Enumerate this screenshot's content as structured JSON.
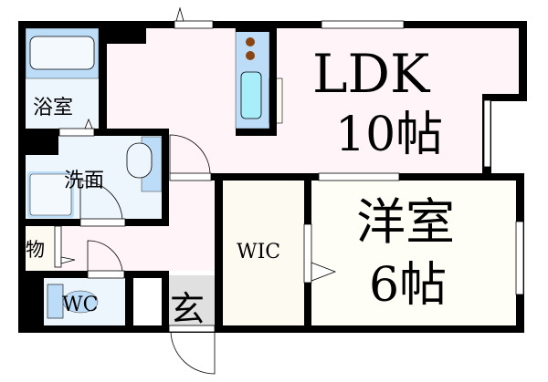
{
  "rooms": {
    "bath": "浴室",
    "washroom": "洗面",
    "storage": "物",
    "toilet": "WC",
    "entrance": "玄",
    "walk_in_closet": "WIC",
    "ldk_name": "LDK",
    "ldk_size": "10帖",
    "western_name": "洋室",
    "western_size": "6帖"
  },
  "colors": {
    "wall": "#000000",
    "ldk_floor": "#fff5f8",
    "wet_area": "#eef6fd",
    "fixture_blue": "#bcdcf8",
    "sink_cyan": "#a8eefa",
    "closet_floor": "#fdfaf2",
    "entrance_floor": "#e0e0e0",
    "stove_burner": "#8b4513"
  }
}
